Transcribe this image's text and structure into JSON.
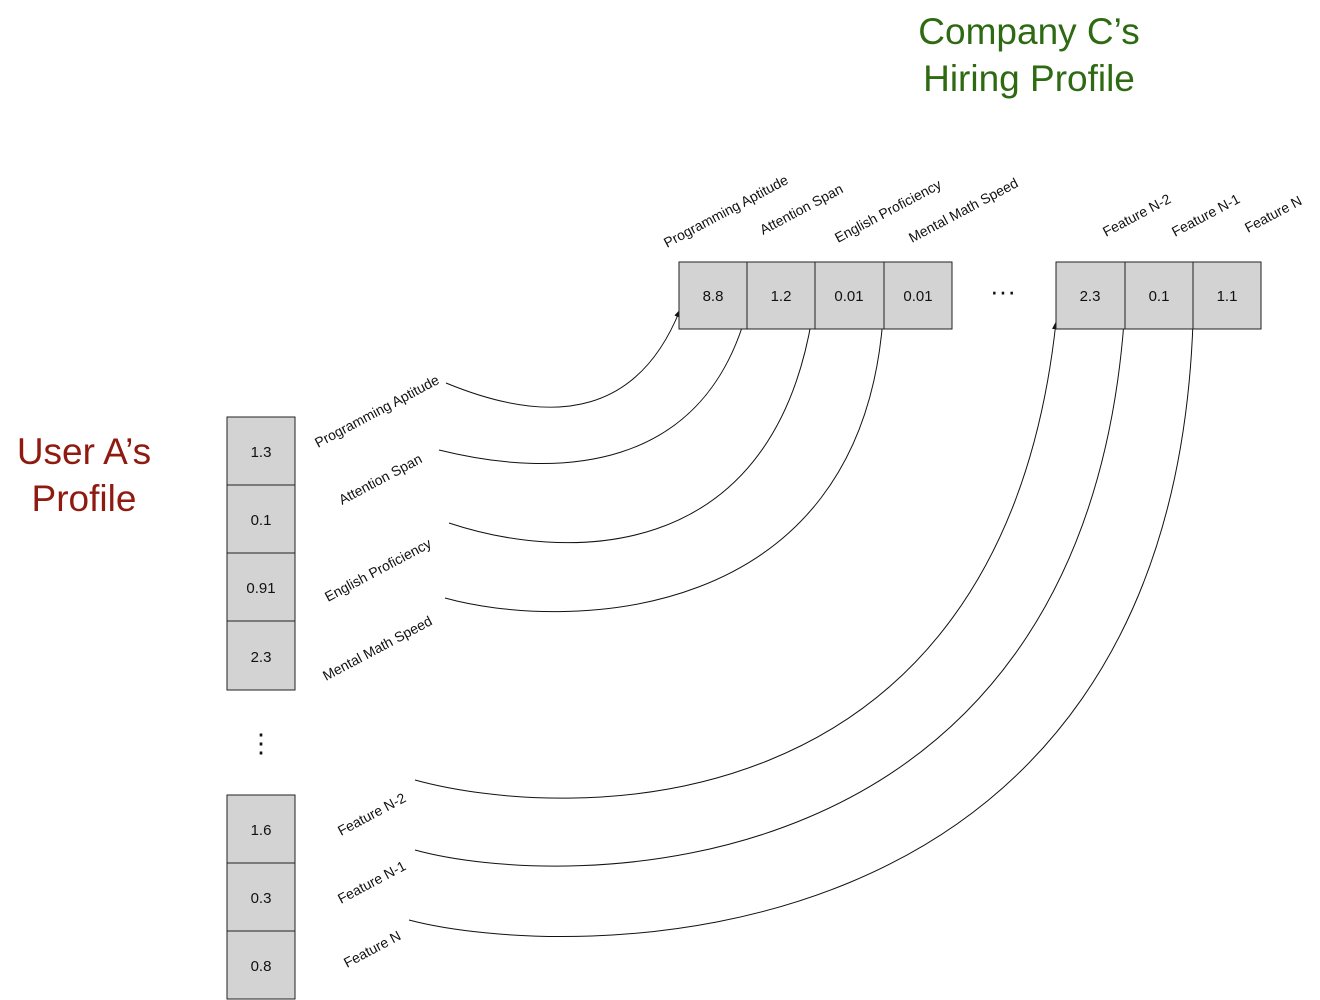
{
  "user_profile": {
    "title_line1": "User A’s",
    "title_line2": "Profile",
    "values_top": [
      "1.3",
      "0.1",
      "0.91",
      "2.3"
    ],
    "values_bottom": [
      "1.6",
      "0.3",
      "0.8"
    ],
    "ellipsis": "⋮",
    "feature_labels": [
      "Programming Aptitude",
      "Attention Span",
      "English Proficiency",
      "Mental Math Speed",
      "Feature N-2",
      "Feature N-1",
      "Feature N"
    ]
  },
  "company_profile": {
    "title_line1": "Company C’s",
    "title_line2": "Hiring Profile",
    "values_left": [
      "8.8",
      "1.2",
      "0.01",
      "0.01"
    ],
    "values_right": [
      "2.3",
      "0.1",
      "1.1"
    ],
    "ellipsis": "···",
    "feature_labels": [
      "Programming Aptitude",
      "Attention Span",
      "English Proficiency",
      "Mental Math Speed",
      "Feature N-2",
      "Feature N-1",
      "Feature N"
    ]
  },
  "colors": {
    "user_title": "#8f1a10",
    "company_title": "#2d6a12",
    "cell_fill": "#d3d3d3"
  }
}
